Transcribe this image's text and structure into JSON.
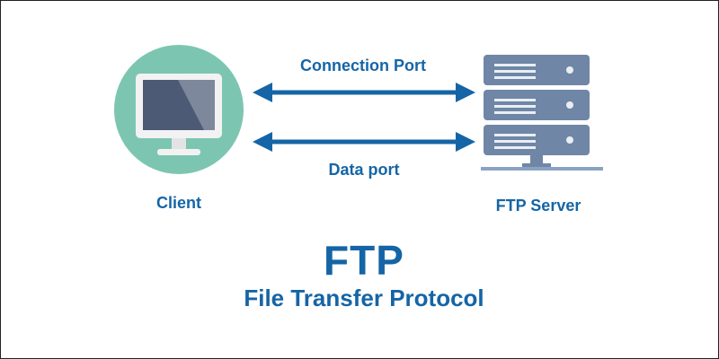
{
  "diagram": {
    "client_label": "Client",
    "server_label": "FTP Server",
    "connection_label": "Connection Port",
    "data_label": "Data port",
    "title": "FTP",
    "subtitle": "File Transfer Protocol"
  },
  "icons": {
    "client": "computer-monitor-icon",
    "server": "server-rack-icon"
  },
  "colors": {
    "text": "#1565a6",
    "arrow": "#1565a6",
    "client_circle": "#7cc6b1",
    "monitor_frame": "#f2f2f2",
    "monitor_screen": "#4d5a75",
    "server_body": "#6f86a6",
    "server_base": "#8aa3c2"
  }
}
